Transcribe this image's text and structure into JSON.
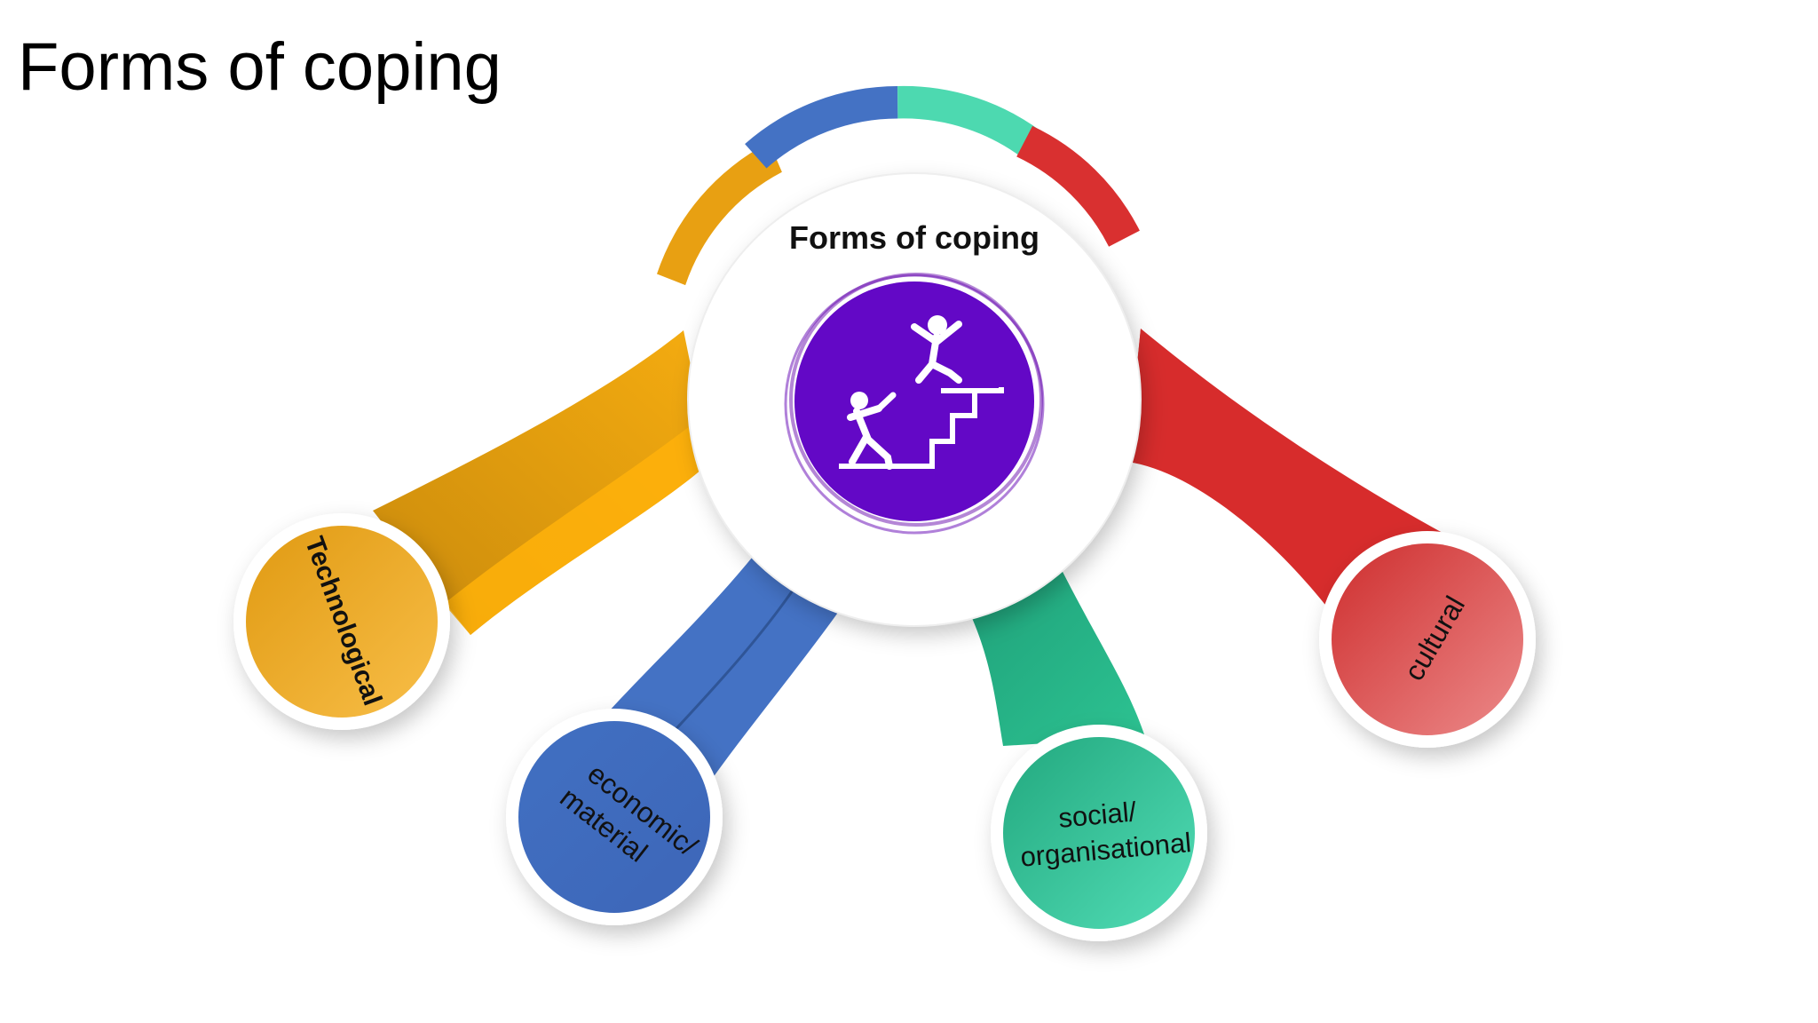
{
  "slide": {
    "title": "Forms of coping"
  },
  "hub": {
    "title": "Forms of coping",
    "icon": "person-falling-on-stairs-icon",
    "icon_color": "#6A0DAD",
    "arc_colors": [
      "#E8A012",
      "#4472C4",
      "#4DD9B0",
      "#D93030"
    ]
  },
  "branches": [
    {
      "label": "Technological",
      "color": "#F0A81F"
    },
    {
      "label": "economic/ material",
      "line1": "economic/",
      "line2": "material",
      "color": "#4472C4"
    },
    {
      "label": "social/ organisational",
      "line1": "social/",
      "line2": "organisational",
      "color": "#3DC9A0"
    },
    {
      "label": "cultural",
      "color": "#E04848"
    }
  ]
}
